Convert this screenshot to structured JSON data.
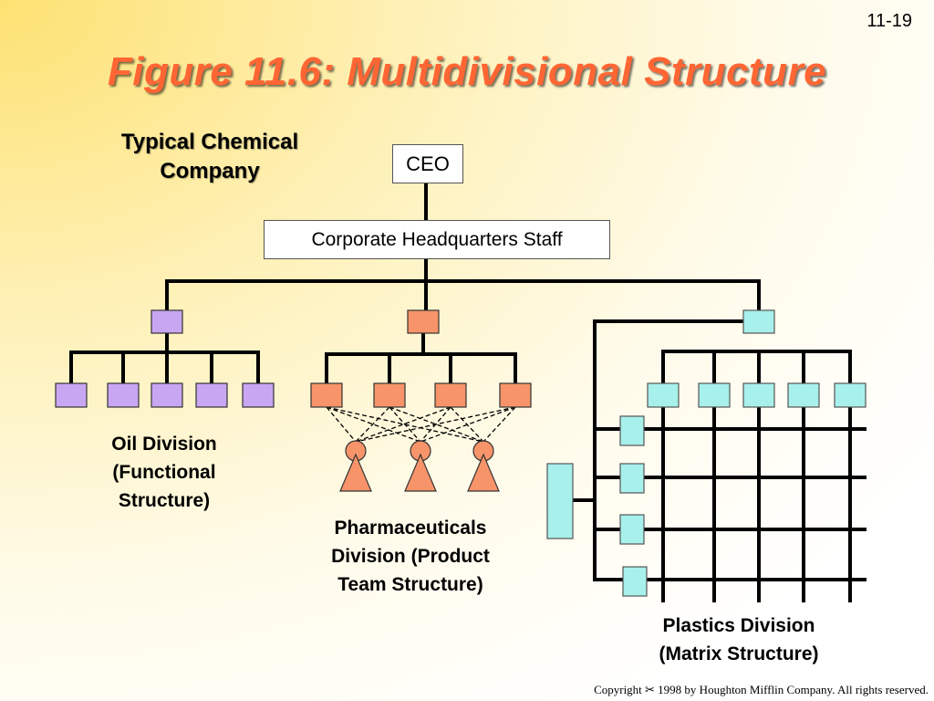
{
  "slide_number": "11-19",
  "title": "Figure 11.6:  Multidivisional Structure",
  "subtitle_line1": "Typical Chemical",
  "subtitle_line2": "Company",
  "ceo_label": "CEO",
  "hq_label": "Corporate Headquarters Staff",
  "oil_division": {
    "line1": "Oil Division",
    "line2": "(Functional",
    "line3": "Structure)",
    "color": "#c9a6f2"
  },
  "pharma_division": {
    "line1": "Pharmaceuticals",
    "line2": "Division (Product",
    "line3": "Team Structure)",
    "color": "#f7946a"
  },
  "plastics_division": {
    "line1": "Plastics Division",
    "line2": "(Matrix Structure)",
    "color": "#a8f0ec"
  },
  "copyright": "Copyright  ✂  1998 by Houghton Mifflin Company.  All rights reserved."
}
